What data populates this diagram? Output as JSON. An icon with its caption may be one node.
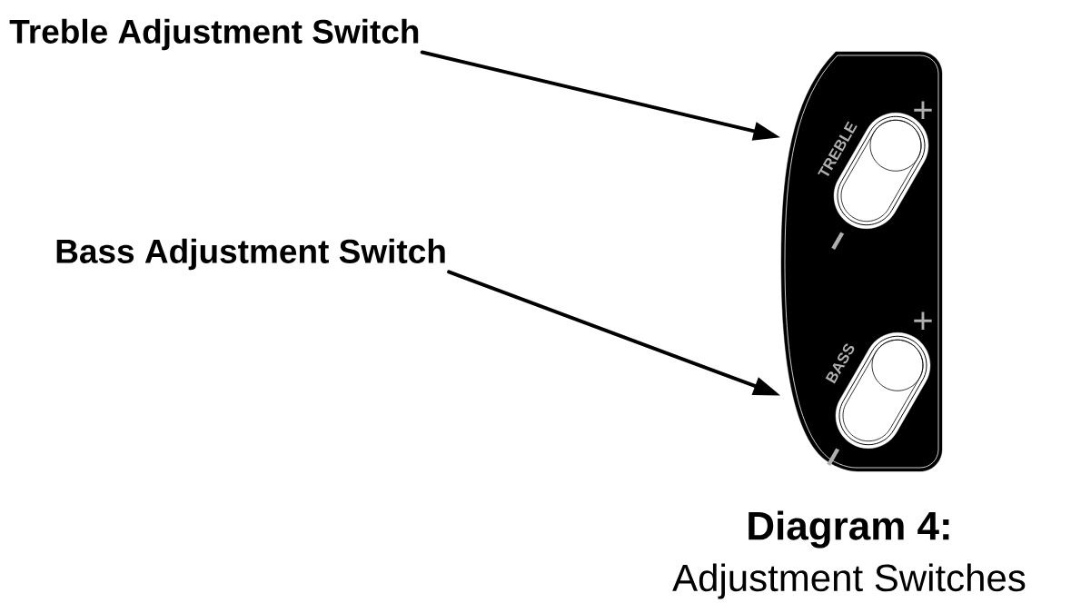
{
  "diagram": {
    "title": "Diagram 4:",
    "caption": "Adjustment Switches",
    "nodes": [
      {
        "text": [
          "Treble Adjustment Switch"
        ]
      },
      {
        "text": [
          "Bass Adjustment Switch"
        ]
      },
      {
        "text": [],
        "shape": "box"
      }
    ],
    "edges": [
      {
        "from": 0,
        "to": 2,
        "arrow": "to"
      },
      {
        "from": 1,
        "to": 2,
        "arrow": "to"
      }
    ],
    "labels": [
      "+",
      "TREBLE",
      "−",
      "+",
      "BASS",
      "−"
    ]
  }
}
